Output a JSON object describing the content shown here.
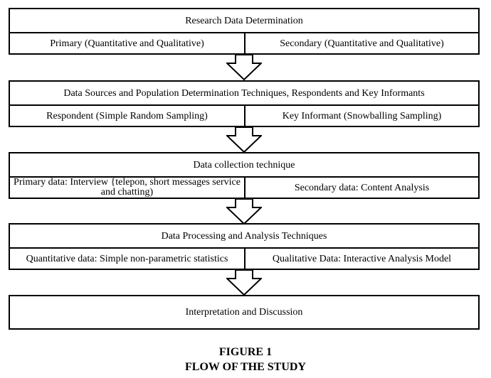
{
  "flow": {
    "stage1": {
      "title": "Research Data Determination",
      "left": "Primary (Quantitative and Qualitative)",
      "right": "Secondary (Quantitative and Qualitative)"
    },
    "stage2": {
      "title": "Data Sources and Population Determination Techniques, Respondents and Key Informants",
      "left": "Respondent (Simple Random Sampling)",
      "right": "Key Informant (Snowballing Sampling)"
    },
    "stage3": {
      "title": "Data collection technique",
      "left": "Primary data: Interview {telepon, short messages service and chatting)",
      "right": "Secondary data: Content Analysis"
    },
    "stage4": {
      "title": "Data Processing and Analysis Techniques",
      "left": "Quantitative data: Simple non-parametric statistics",
      "right": "Qualitative Data: Interactive Analysis Model"
    },
    "stage5": {
      "title": "Interpretation and Discussion"
    }
  },
  "caption": {
    "line1": "FIGURE 1",
    "line2": "FLOW OF THE STUDY"
  }
}
